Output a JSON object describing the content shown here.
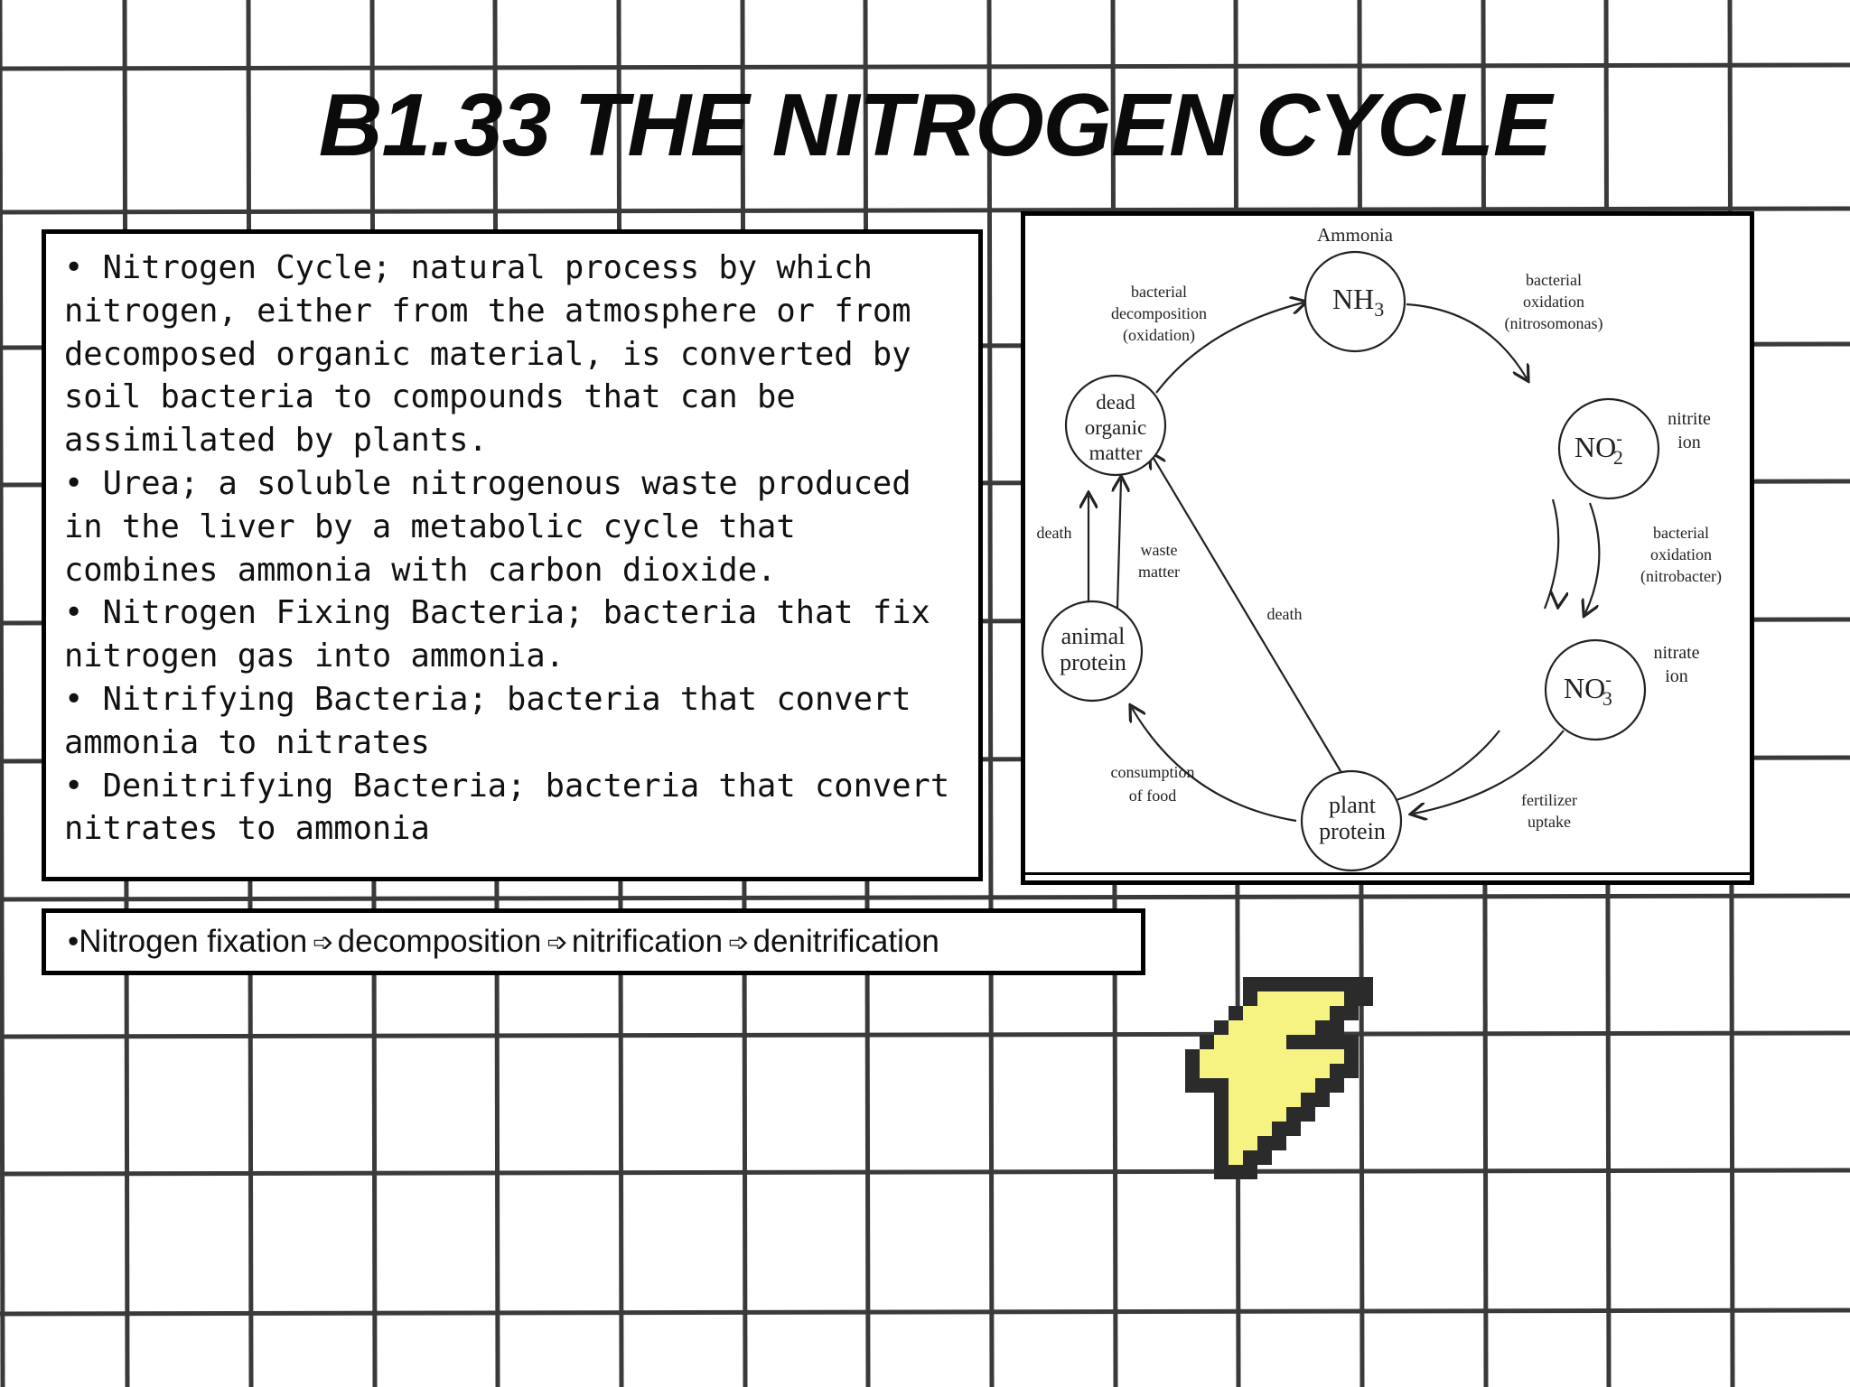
{
  "title": "B1.33 THE NITROGEN CYCLE",
  "definitions": [
    "• Nitrogen Cycle; natural process by which nitrogen, either from the atmosphere or from decomposed organic material, is converted by soil bacteria to compounds that can be assimilated by plants.",
    "• Urea; a soluble nitrogenous waste produced in the liver by a metabolic cycle that combines ammonia with carbon dioxide.",
    "• Nitrogen Fixing Bacteria; bacteria that fix nitrogen gas into ammonia.",
    "• Nitrifying Bacteria; bacteria that convert ammonia to nitrates",
    "• Denitrifying Bacteria; bacteria that convert nitrates to ammonia"
  ],
  "process": {
    "steps": [
      "•Nitrogen fixation",
      "decomposition",
      "nitrification",
      "denitrification"
    ],
    "arrow": "➩"
  },
  "diagram": {
    "top_label": "Ammonia",
    "nodes": {
      "nh3": {
        "main": "NH",
        "sub": "3"
      },
      "no2": {
        "main": "NO",
        "sub": "2",
        "sup": "-"
      },
      "no3": {
        "main": "NO",
        "sub": "3",
        "sup": "-"
      },
      "plant": [
        "plant",
        "protein"
      ],
      "animal": [
        "animal",
        "protein"
      ],
      "dead": [
        "dead",
        "organic",
        "matter"
      ]
    },
    "labels": {
      "decomposition": [
        "bacterial",
        "decomposition",
        "(oxidation)"
      ],
      "nitrosomonas": [
        "bacterial",
        "oxidation",
        "(nitrosomonas)"
      ],
      "nitrite": [
        "nitrite",
        "ion"
      ],
      "nitrobacter": [
        "bacterial",
        "oxidation",
        "(nitrobacter)"
      ],
      "nitrate": [
        "nitrate",
        "ion"
      ],
      "fertilizer": [
        "fertilizer",
        "uptake"
      ],
      "consumption": [
        "consumption",
        "of food"
      ],
      "death_left": "death",
      "waste": [
        "waste",
        "matter"
      ],
      "death_diag": "death"
    }
  }
}
